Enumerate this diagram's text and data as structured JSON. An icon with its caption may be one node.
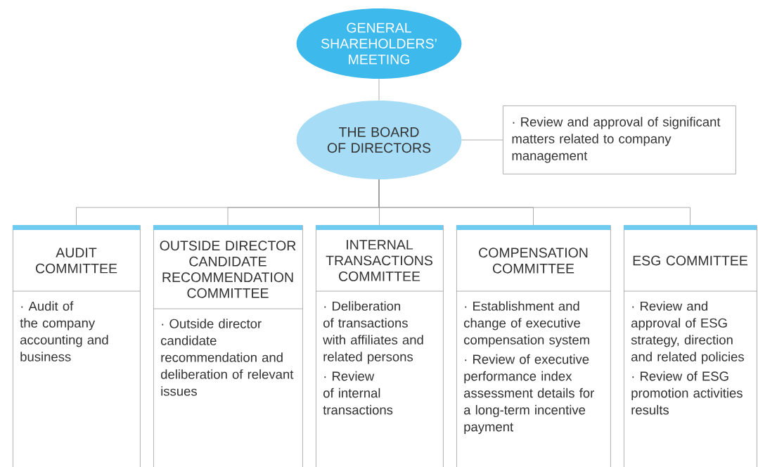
{
  "diagram": {
    "nodes": [
      {
        "text": [
          "GENERAL SHAREHOLDERS’ MEETING"
        ]
      },
      {
        "text": [
          "THE BOARD OF DIRECTORS"
        ]
      },
      {
        "text": [
          "· Review and approval of significant matters related to company management"
        ]
      },
      {
        "text": [
          "AUDIT COMMITTEE",
          "· Audit of the company accounting and business"
        ]
      },
      {
        "text": [
          "OUTSIDE DIRECTOR CANDIDATE RECOMMENDATION COMMITTEE",
          "· Outside director candidate recommendation and deliberation of relevant issues"
        ]
      },
      {
        "text": [
          "INTERNAL TRANSACTIONS COMMITTEE",
          "· Deliberation of transactions with affiliates and related persons",
          "· Review of internal transactions"
        ]
      },
      {
        "text": [
          "COMPENSATION COMMITTEE",
          "· Establishment and change of executive compensation system",
          "· Review of executive performance index assessment details for a long-term incentive payment"
        ]
      },
      {
        "text": [
          "ESG COMMITTEE",
          "· Review and approval of ESG strategy, direction and related policies",
          "· Review of ESG promotion activities results"
        ]
      }
    ],
    "edges": [
      {
        "from": 0,
        "to": 1,
        "arrow": "none"
      },
      {
        "from": 1,
        "to": 2,
        "arrow": "none"
      },
      {
        "from": 1,
        "to": 3,
        "arrow": "none"
      },
      {
        "from": 1,
        "to": 4,
        "arrow": "none"
      },
      {
        "from": 1,
        "to": 5,
        "arrow": "none"
      },
      {
        "from": 1,
        "to": 6,
        "arrow": "none"
      },
      {
        "from": 1,
        "to": 7,
        "arrow": "none"
      }
    ]
  }
}
